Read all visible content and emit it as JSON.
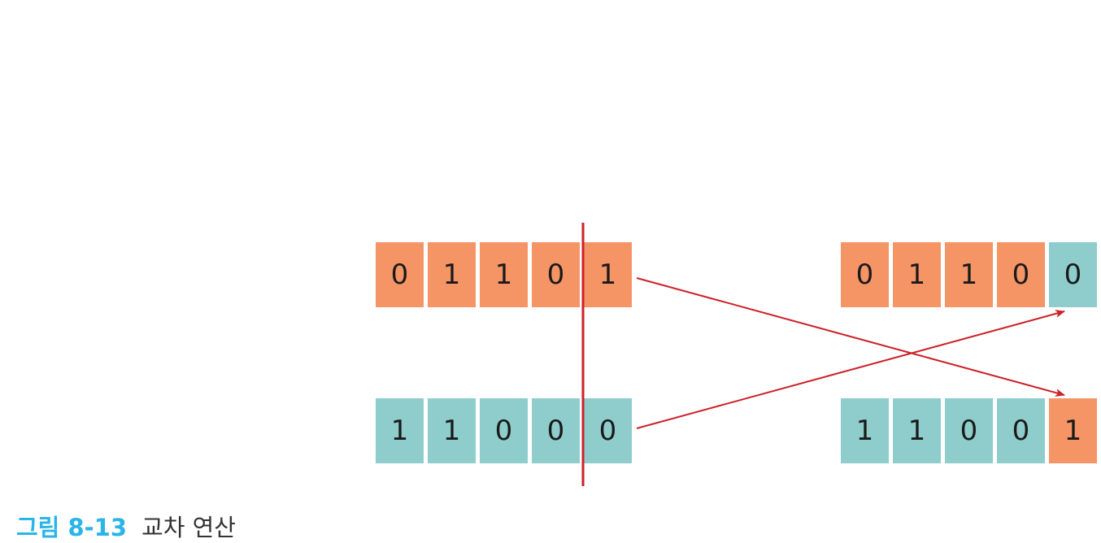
{
  "figure": {
    "number": "그림 8-13",
    "title": "교차 연산"
  },
  "colors": {
    "parent_a": "#f59566",
    "parent_b": "#8ecdcc",
    "line": "#cc2229",
    "caption_number": "#29b5e8"
  },
  "rows": {
    "parent_top": [
      {
        "value": "0",
        "color": "orange"
      },
      {
        "value": "1",
        "color": "orange"
      },
      {
        "value": "1",
        "color": "orange"
      },
      {
        "value": "0",
        "color": "orange"
      },
      {
        "value": "1",
        "color": "orange"
      }
    ],
    "parent_bottom": [
      {
        "value": "1",
        "color": "teal"
      },
      {
        "value": "1",
        "color": "teal"
      },
      {
        "value": "0",
        "color": "teal"
      },
      {
        "value": "0",
        "color": "teal"
      },
      {
        "value": "0",
        "color": "teal"
      }
    ],
    "child_top": [
      {
        "value": "0",
        "color": "orange"
      },
      {
        "value": "1",
        "color": "orange"
      },
      {
        "value": "1",
        "color": "orange"
      },
      {
        "value": "0",
        "color": "orange"
      },
      {
        "value": "0",
        "color": "teal"
      }
    ],
    "child_bottom": [
      {
        "value": "1",
        "color": "teal"
      },
      {
        "value": "1",
        "color": "teal"
      },
      {
        "value": "0",
        "color": "teal"
      },
      {
        "value": "0",
        "color": "teal"
      },
      {
        "value": "1",
        "color": "orange"
      }
    ]
  }
}
